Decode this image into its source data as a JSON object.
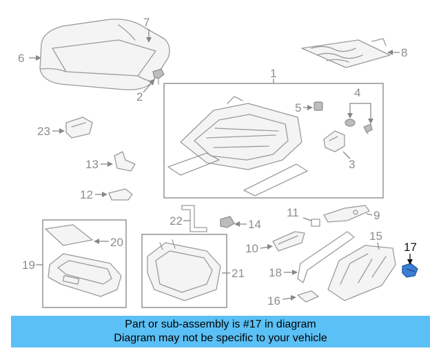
{
  "diagram": {
    "callouts": {
      "c1": "1",
      "c2": "2",
      "c3": "3",
      "c4": "4",
      "c5": "5",
      "c6": "6",
      "c7": "7",
      "c8": "8",
      "c9": "9",
      "c10": "10",
      "c11": "11",
      "c12": "12",
      "c13": "13",
      "c14": "14",
      "c15": "15",
      "c16": "16",
      "c17": "17",
      "c18": "18",
      "c19": "19",
      "c20": "20",
      "c21": "21",
      "c22": "22",
      "c23": "23"
    },
    "highlighted_part": "17",
    "highlight_color": "#3d7fd6"
  },
  "banner": {
    "line1": "Part or sub-assembly is #17 in diagram",
    "line2": "Diagram may not be specific to your vehicle",
    "background": "#5bc0f5"
  }
}
